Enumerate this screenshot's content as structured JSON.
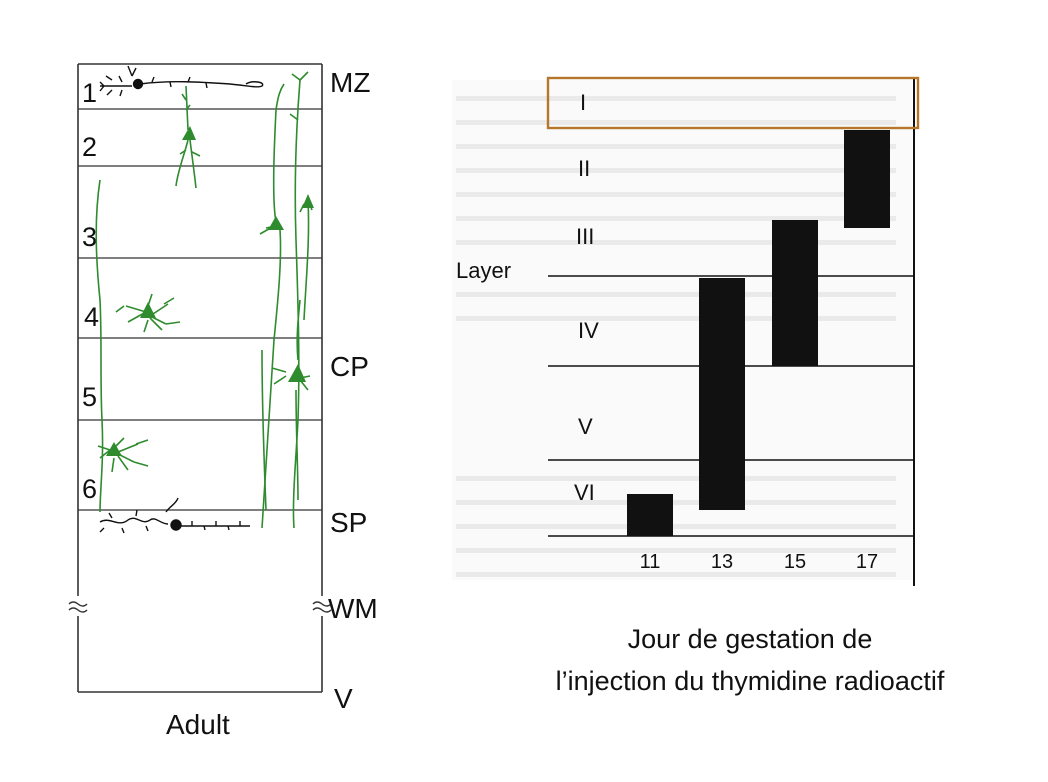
{
  "cortex": {
    "layer_numbers": [
      "1",
      "2",
      "3",
      "4",
      "5",
      "6"
    ],
    "zones": [
      "MZ",
      "CP",
      "SP",
      "WM",
      "V"
    ],
    "bottom_label": "Adult",
    "colors": {
      "neuron": "#2e8b2e",
      "box": "#333333",
      "pioneer": "#111111"
    }
  },
  "chart": {
    "y_axis_label": "Layer",
    "highlight_color": "#b5762b",
    "layers": [
      "I",
      "II",
      "III",
      "IV",
      "V",
      "VI"
    ],
    "highlighted_layer": "I"
  },
  "chart_data": {
    "type": "bar",
    "orientation": "floating-vertical",
    "xlabel": "Jour de gestation de l’injection du thymidine radioactif",
    "ylabel": "Layer",
    "categories": [
      "11",
      "13",
      "15",
      "17"
    ],
    "y_categories": [
      "I",
      "II",
      "III",
      "IV",
      "V",
      "VI"
    ],
    "ranges": [
      {
        "x": "11",
        "from": "VI",
        "to": "VI"
      },
      {
        "x": "13",
        "from": "VI",
        "to": "IV"
      },
      {
        "x": "15",
        "from": "IV",
        "to": "III"
      },
      {
        "x": "17",
        "from": "III",
        "to": "II"
      }
    ]
  },
  "caption": {
    "line1": "Jour de gestation de",
    "line2": "l’injection du thymidine radioactif"
  }
}
